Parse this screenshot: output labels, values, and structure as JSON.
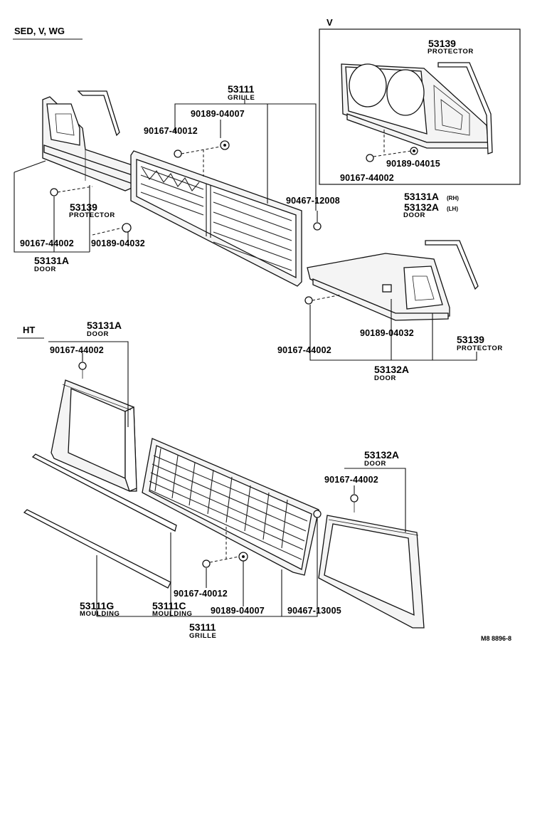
{
  "sections": {
    "sedan": "SED, V, WG",
    "v": "V",
    "ht": "HT"
  },
  "parts": {
    "grille_top": {
      "num": "53111",
      "name": "GRILLE"
    },
    "grille_bottom": {
      "num": "53111",
      "name": "GRILLE"
    },
    "protector_v": {
      "num": "53139",
      "name": "PROTECTOR"
    },
    "protector_left": {
      "num": "53139",
      "name": "PROTECTOR"
    },
    "protector_right": {
      "num": "53139",
      "name": "PROTECTOR"
    },
    "door_v": {
      "num_rh": "53131A",
      "rh": "(RH)",
      "num_lh": "53132A",
      "lh": "(LH)",
      "name": "DOOR"
    },
    "door_left_top": {
      "num": "53131A",
      "name": "DOOR"
    },
    "door_right_top": {
      "num": "53132A",
      "name": "DOOR"
    },
    "door_left_ht": {
      "num": "53131A",
      "name": "DOOR"
    },
    "door_right_ht": {
      "num": "53132A",
      "name": "DOOR"
    },
    "moulding_g": {
      "num": "53111G",
      "name": "MOULDING"
    },
    "moulding_c": {
      "num": "53111C",
      "name": "MOULDING"
    }
  },
  "fasteners": {
    "f_90189_04007_top": "90189-04007",
    "f_90167_40012_top": "90167-40012",
    "f_90189_04015": "90189-04015",
    "f_90167_44002_v": "90167-44002",
    "f_90467_12008": "90467-12008",
    "f_90167_44002_left": "90167-44002",
    "f_90189_04032_left": "90189-04032",
    "f_90189_04032_right": "90189-04032",
    "f_90167_44002_right": "90167-44002",
    "f_90167_44002_ht_left": "90167-44002",
    "f_90167_44002_ht_right": "90167-44002",
    "f_90167_40012_ht": "90167-40012",
    "f_90189_04007_ht": "90189-04007",
    "f_90467_13005": "90467-13005"
  },
  "reference": "M8 8896-8"
}
